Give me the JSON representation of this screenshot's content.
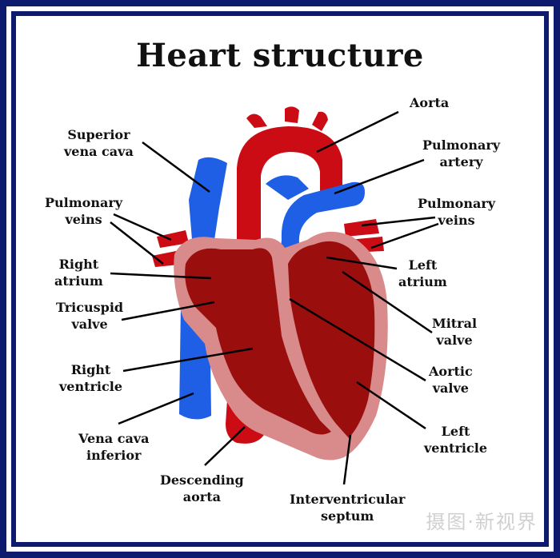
{
  "title": "Heart structure",
  "colors": {
    "frame": "#0d1a6e",
    "vein_blue": "#1e5fe6",
    "artery_red": "#cc0c14",
    "muscle_dark": "#9a0e0e",
    "muscle_light": "#d98a8a"
  },
  "labels": {
    "superior_vena_cava": "Superior\nvena cava",
    "pulmonary_veins_left": "Pulmonary\nveins",
    "right_atrium": "Right\natrium",
    "tricuspid_valve": "Tricuspid\nvalve",
    "right_ventricle": "Right\nventricle",
    "vena_cava_inferior": "Vena cava\ninferior",
    "descending_aorta": "Descending\naorta",
    "aorta": "Aorta",
    "pulmonary_artery": "Pulmonary\nartery",
    "pulmonary_veins_right": "Pulmonary\nveins",
    "left_atrium": "Left\natrium",
    "mitral_valve": "Mitral\nvalve",
    "aortic_valve": "Aortic\nvalve",
    "left_ventricle": "Left\nventricle",
    "interventricular_septum": "Interventricular\nseptum"
  },
  "watermark": "摄图·新视界"
}
